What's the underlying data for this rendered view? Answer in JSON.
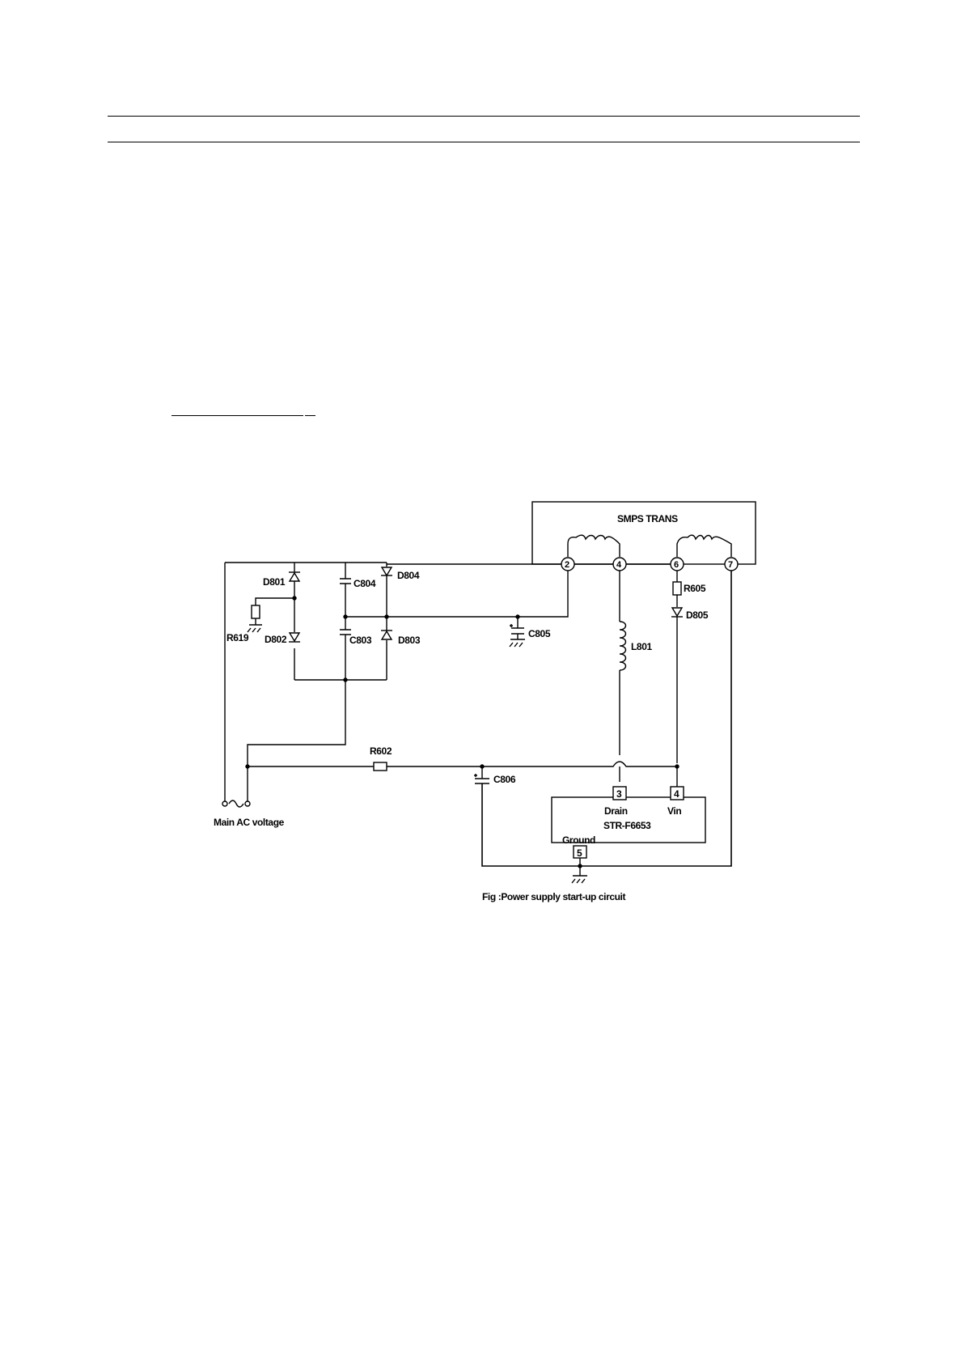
{
  "title": "SMPS TRANS",
  "transformer": {
    "label": "SMPS TRANS",
    "pins": [
      "2",
      "4",
      "6",
      "7"
    ]
  },
  "components": {
    "D801": "D801",
    "D802": "D802",
    "D803": "D803",
    "D804": "D804",
    "D805": "D805",
    "C803": "C803",
    "C804": "C804",
    "C805": "C805",
    "C806": "C806",
    "R619": "R619",
    "R602": "R602",
    "R605": "R605",
    "L801": "L801"
  },
  "ic": {
    "name": "STR-F6653",
    "pin_drain_num": "3",
    "pin_drain_label": "Drain",
    "pin_vin_num": "4",
    "pin_vin_label": "Vin",
    "pin_ground_num": "5",
    "pin_ground_label": "Ground"
  },
  "source_label": "Main AC voltage",
  "caption": "Fig :Power supply start-up circuit"
}
